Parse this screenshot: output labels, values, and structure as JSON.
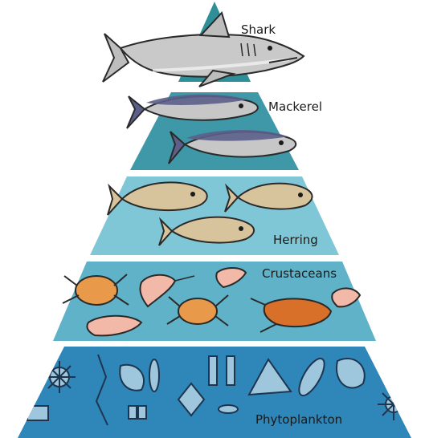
{
  "levels": {
    "shark": "Shark",
    "mackerel": "Mackerel",
    "herring": "Herring",
    "crustaceans": "Crustaceans",
    "phytoplankton": "Phytoplankton"
  },
  "colors": {
    "tier1": "#2f8f99",
    "tier2": "#3e98a8",
    "tier3": "#7fc7d6",
    "tier4": "#5fb2c8",
    "tier5": "#2f86b8",
    "fish_body": "#c7c7c7",
    "mackerel_back": "#5b5f8a",
    "herring_body": "#d8c49c",
    "crab": "#e89a4a",
    "shrimp": "#f2b8a8",
    "lobster": "#d8702a",
    "plankton_ink": "#1e3550"
  }
}
